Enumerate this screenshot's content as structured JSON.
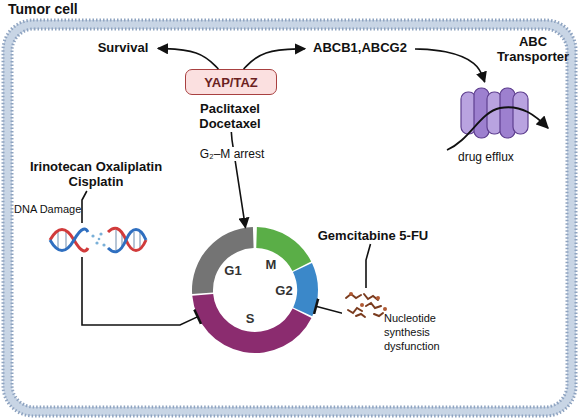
{
  "diagram": {
    "nodes": [
      {
        "text": [
          "Tumor cell"
        ]
      },
      {
        "text": [
          "Survival"
        ],
        "in": 0
      },
      {
        "text": [
          "YAP/TAZ"
        ],
        "in": 0
      },
      {
        "text": [
          "ABCB1,ABCG2"
        ],
        "in": 0
      },
      {
        "text": [
          "ABC Transporter"
        ],
        "in": 0
      },
      {
        "text": [
          "Paclitaxel Docetaxel"
        ],
        "in": 0
      },
      {
        "text": [
          "Irinotecan Oxaliplatin Cisplatin"
        ],
        "in": 0
      },
      {
        "text": [
          "G1",
          "M",
          "G2",
          "S"
        ],
        "in": 0
      },
      {
        "text": [
          "Gemcitabine 5-FU"
        ],
        "in": 0
      }
    ],
    "edges": [
      {
        "from": 2,
        "to": 1,
        "arrow": "to"
      },
      {
        "from": 2,
        "to": 3,
        "arrow": "to"
      },
      {
        "from": 3,
        "to": 4,
        "arrow": "to"
      },
      {
        "from": 5,
        "to": 7,
        "label": "G₂–M arrest",
        "arrow": "to"
      },
      {
        "from": 6,
        "to": 7,
        "label": "DNA Damage",
        "arrow": "to"
      },
      {
        "from": 8,
        "to": 7,
        "label": "Nucleotide synthesis dysfunction",
        "arrow": "to"
      }
    ],
    "labels": [
      "drug efflux"
    ]
  }
}
